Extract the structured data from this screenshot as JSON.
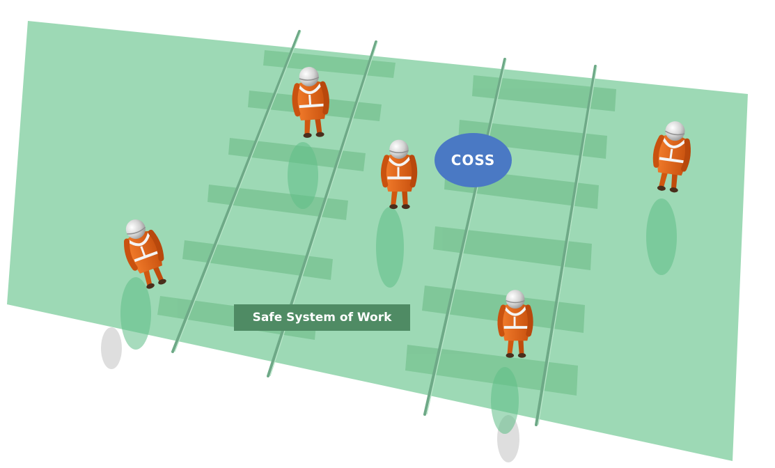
{
  "labels": {
    "safe_system": "Safe System of Work",
    "coss": "COSS"
  },
  "colors": {
    "zone": "#8fd4ab",
    "label_bg": "#4f8b64",
    "coss_bg": "#4a79c4",
    "worker_suit": "#e0651c",
    "worker_stripe": "#f4f4f4",
    "helmet": "#d9d9d9",
    "rail": "#6ea987",
    "sleeper": "#7cc595"
  },
  "workers": [
    {
      "id": "worker-top-left"
    },
    {
      "id": "worker-center"
    },
    {
      "id": "worker-far-right"
    },
    {
      "id": "worker-left"
    },
    {
      "id": "worker-bottom"
    }
  ]
}
